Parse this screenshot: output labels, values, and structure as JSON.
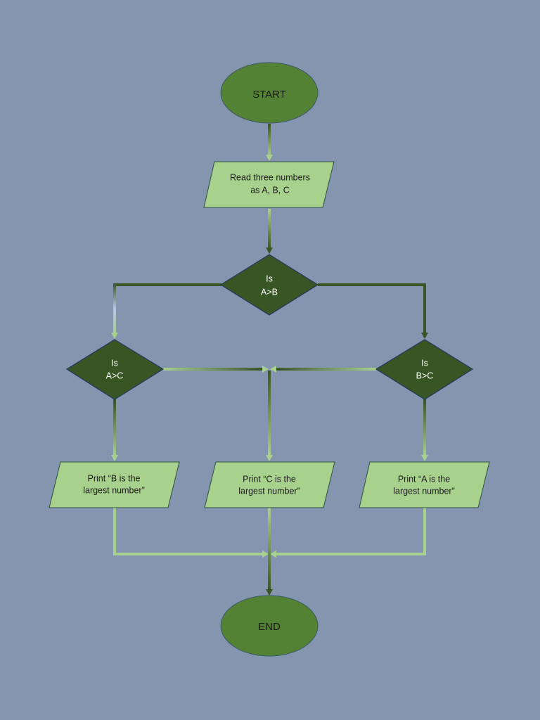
{
  "colors": {
    "background": "#8495b0",
    "terminal_fill": "#548235",
    "terminal_stroke": "#2f4f4f",
    "io_fill": "#a9d18e",
    "io_stroke": "#3f5a2d",
    "decision_fill": "#375623",
    "decision_stroke": "#1f3a5f",
    "connector_dark": "#375623",
    "connector_light": "#a9d18e",
    "text_dark": "#1a1a1a",
    "text_light": "#ffffff"
  },
  "flowchart": {
    "start": {
      "label": "START"
    },
    "input": {
      "line1": "Read three numbers",
      "line2": "as A, B, C"
    },
    "decision_ab": {
      "line1": "Is",
      "line2": "A>B"
    },
    "decision_ac": {
      "line1": "Is",
      "line2": "A>C"
    },
    "decision_bc": {
      "line1": "Is",
      "line2": "B>C"
    },
    "print_b": {
      "line1": "Print “B is the",
      "line2": "largest number”"
    },
    "print_c": {
      "line1": "Print “C is the",
      "line2": "largest number”"
    },
    "print_a": {
      "line1": "Print “A is the",
      "line2": "largest number”"
    },
    "end": {
      "label": "END"
    }
  }
}
